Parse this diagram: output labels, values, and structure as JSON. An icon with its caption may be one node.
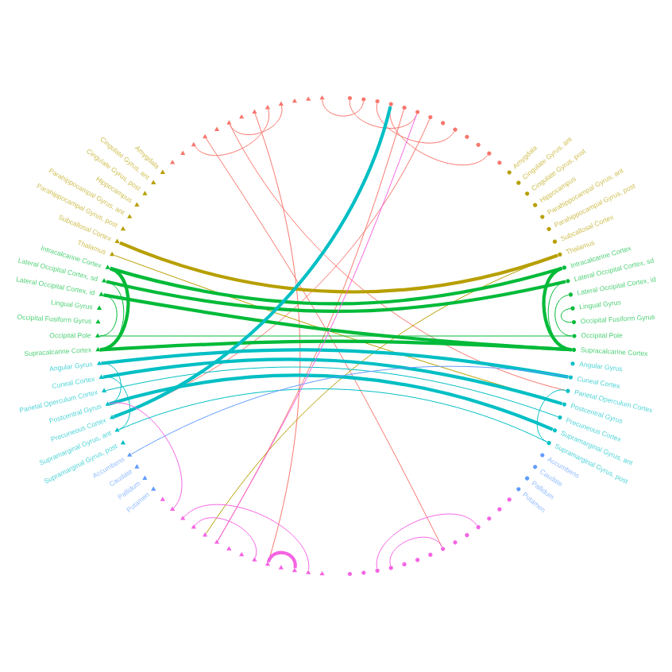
{
  "diagram": {
    "nodes": [
      {
        "text": [],
        "shape": "circle"
      },
      {
        "text": [],
        "shape": "circle"
      },
      {
        "text": [],
        "shape": "circle"
      },
      {
        "text": [],
        "shape": "circle"
      },
      {
        "text": [],
        "shape": "circle"
      },
      {
        "text": [],
        "shape": "circle"
      },
      {
        "text": [],
        "shape": "circle"
      },
      {
        "text": [],
        "shape": "circle"
      },
      {
        "text": [],
        "shape": "circle"
      },
      {
        "text": [],
        "shape": "circle"
      },
      {
        "text": [],
        "shape": "circle"
      },
      {
        "text": [],
        "shape": "circle"
      },
      {
        "text": [],
        "shape": "circle"
      },
      {
        "text": [
          "Amygdala"
        ]
      },
      {
        "text": [
          "Cingulate Gyrus, ant"
        ]
      },
      {
        "text": [
          "Cingulate Gyrus, post"
        ]
      },
      {
        "text": [
          "Hippocampus"
        ]
      },
      {
        "text": [
          "Parahippocampal Gyrus, ant"
        ]
      },
      {
        "text": [
          "Parahippocampal Gyrus, post"
        ]
      },
      {
        "text": [
          "Subcallosal Cortex"
        ]
      },
      {
        "text": [
          "Thalamus"
        ]
      },
      {
        "text": [
          "Intracalcarine Cortex"
        ]
      },
      {
        "text": [
          "Lateral Occipital Cortex, sd"
        ]
      },
      {
        "text": [
          "Lateral Occipital Cortex, id"
        ]
      },
      {
        "text": [
          "Lingual Gyrus"
        ]
      },
      {
        "text": [
          "Occipital Fusiform Gyrus"
        ]
      },
      {
        "text": [
          "Occipital Pole"
        ]
      },
      {
        "text": [
          "Supracalcarine Cortex"
        ]
      },
      {
        "text": [
          "Angular Gyrus"
        ]
      },
      {
        "text": [
          "Cuneal Cortex"
        ]
      },
      {
        "text": [
          "Parietal Operculum Cortex"
        ]
      },
      {
        "text": [
          "Postcentral Gyrus"
        ]
      },
      {
        "text": [
          "Precuneous Cortex"
        ]
      },
      {
        "text": [
          "Supramarginal Gyrus, ant"
        ]
      },
      {
        "text": [
          "Supramarginal Gyrus, post"
        ]
      },
      {
        "text": [
          "Accumbens"
        ]
      },
      {
        "text": [
          "Caudate"
        ]
      },
      {
        "text": [
          "Pallidum"
        ]
      },
      {
        "text": [
          "Putamen"
        ]
      },
      {
        "text": [],
        "shape": "circle"
      },
      {
        "text": [],
        "shape": "circle"
      },
      {
        "text": [],
        "shape": "circle"
      },
      {
        "text": [],
        "shape": "circle"
      },
      {
        "text": [],
        "shape": "circle"
      },
      {
        "text": [],
        "shape": "circle"
      },
      {
        "text": [],
        "shape": "circle"
      },
      {
        "text": [],
        "shape": "circle"
      },
      {
        "text": [],
        "shape": "circle"
      },
      {
        "text": [],
        "shape": "circle"
      },
      {
        "text": [],
        "shape": "circle"
      },
      {
        "text": [],
        "shape": "circle"
      },
      {
        "text": [],
        "shape": "circle"
      },
      {
        "text": [],
        "shape": "circle"
      },
      {
        "text": [],
        "shape": "triangle"
      },
      {
        "text": [],
        "shape": "triangle"
      },
      {
        "text": [],
        "shape": "triangle"
      },
      {
        "text": [],
        "shape": "triangle"
      },
      {
        "text": [],
        "shape": "triangle"
      },
      {
        "text": [],
        "shape": "triangle"
      },
      {
        "text": [],
        "shape": "triangle"
      },
      {
        "text": [],
        "shape": "triangle"
      },
      {
        "text": [],
        "shape": "triangle"
      },
      {
        "text": [],
        "shape": "triangle"
      },
      {
        "text": [],
        "shape": "triangle"
      },
      {
        "text": [],
        "shape": "triangle"
      },
      {
        "text": [],
        "shape": "triangle"
      },
      {
        "text": [
          "Amygdala"
        ]
      },
      {
        "text": [
          "Cingulate Gyrus, ant"
        ]
      },
      {
        "text": [
          "Cingulate Gyrus, post"
        ]
      },
      {
        "text": [
          "Hippocampus"
        ]
      },
      {
        "text": [
          "Parahippocampal Gyrus, ant"
        ]
      },
      {
        "text": [
          "Parahippocampal Gyrus, post"
        ]
      },
      {
        "text": [
          "Subcallosal Cortex"
        ]
      },
      {
        "text": [
          "Thalamus"
        ]
      },
      {
        "text": [
          "Intracalcarine Cortex"
        ]
      },
      {
        "text": [
          "Lateral Occipital Cortex, sd"
        ]
      },
      {
        "text": [
          "Lateral Occipital Cortex, id"
        ]
      },
      {
        "text": [
          "Lingual Gyrus"
        ]
      },
      {
        "text": [
          "Occipital Fusiform Gyrus"
        ]
      },
      {
        "text": [
          "Occipital Pole"
        ]
      },
      {
        "text": [
          "Supracalcarine Cortex"
        ]
      },
      {
        "text": [
          "Angular Gyrus"
        ]
      },
      {
        "text": [
          "Cuneal Cortex"
        ]
      },
      {
        "text": [
          "Parietal Operculum Cortex"
        ]
      },
      {
        "text": [
          "Postcentral Gyrus"
        ]
      },
      {
        "text": [
          "Precuneous Cortex"
        ]
      },
      {
        "text": [
          "Supramarginal Gyrus, ant"
        ]
      },
      {
        "text": [
          "Supramarginal Gyrus, post"
        ]
      },
      {
        "text": [
          "Accumbens"
        ]
      },
      {
        "text": [
          "Caudate"
        ]
      },
      {
        "text": [
          "Pallidum"
        ]
      },
      {
        "text": [
          "Putamen"
        ]
      },
      {
        "text": [],
        "shape": "triangle"
      },
      {
        "text": [],
        "shape": "triangle"
      },
      {
        "text": [],
        "shape": "triangle"
      },
      {
        "text": [],
        "shape": "triangle"
      },
      {
        "text": [],
        "shape": "triangle"
      },
      {
        "text": [],
        "shape": "triangle"
      },
      {
        "text": [],
        "shape": "triangle"
      },
      {
        "text": [],
        "shape": "triangle"
      },
      {
        "text": [],
        "shape": "triangle"
      },
      {
        "text": [],
        "shape": "triangle"
      },
      {
        "text": [],
        "shape": "triangle"
      },
      {
        "text": [],
        "shape": "triangle"
      },
      {
        "text": [],
        "shape": "triangle"
      },
      {
        "text": [],
        "shape": "triangle"
      }
    ],
    "edges": [
      {
        "from": 0,
        "to": 5,
        "arrow": "none",
        "color": "#f8766d"
      },
      {
        "from": 2,
        "to": 8,
        "arrow": "none",
        "color": "#f8766d"
      },
      {
        "from": 3,
        "to": 11,
        "arrow": "none",
        "color": "#f8766d"
      },
      {
        "from": 56,
        "to": 60,
        "arrow": "none",
        "color": "#f8766d"
      },
      {
        "from": 57,
        "to": 63,
        "arrow": "none",
        "color": "#f8766d"
      },
      {
        "from": 53,
        "to": 1,
        "arrow": "none",
        "color": "#f8766d"
      },
      {
        "from": 58,
        "to": 101,
        "arrow": "none",
        "color": "#f8766d"
      },
      {
        "from": 62,
        "to": 45,
        "arrow": "none",
        "color": "#f8766d"
      },
      {
        "from": 4,
        "to": 97,
        "arrow": "none",
        "color": "#f8766d"
      },
      {
        "from": 60,
        "to": 30,
        "arrow": "none",
        "color": "#f8766d"
      },
      {
        "from": 6,
        "to": 85,
        "arrow": "none",
        "color": "#f8766d"
      },
      {
        "from": 72,
        "to": 20,
        "arrow": "none",
        "color": "#b79f00",
        "style": "thick"
      },
      {
        "from": 20,
        "to": 96,
        "arrow": "none",
        "color": "#b79f00"
      },
      {
        "from": 73,
        "to": 31,
        "arrow": "none",
        "color": "#b79f00"
      },
      {
        "from": 21,
        "to": 27,
        "arrow": "none",
        "color": "#00ba38",
        "style": "thick"
      },
      {
        "from": 22,
        "to": 27,
        "arrow": "none",
        "color": "#00ba38"
      },
      {
        "from": 23,
        "to": 26,
        "arrow": "none",
        "color": "#00ba38"
      },
      {
        "from": 24,
        "to": 25,
        "arrow": "none",
        "color": "#00ba38"
      },
      {
        "from": 74,
        "to": 80,
        "arrow": "none",
        "color": "#00ba38",
        "style": "thick"
      },
      {
        "from": 75,
        "to": 80,
        "arrow": "none",
        "color": "#00ba38"
      },
      {
        "from": 76,
        "to": 79,
        "arrow": "none",
        "color": "#00ba38"
      },
      {
        "from": 80,
        "to": 27,
        "arrow": "none",
        "color": "#00ba38",
        "style": "thick"
      },
      {
        "from": 76,
        "to": 27,
        "arrow": "none",
        "color": "#00ba38",
        "style": "thick"
      },
      {
        "from": 75,
        "to": 22,
        "arrow": "none",
        "color": "#00ba38",
        "style": "thick"
      },
      {
        "from": 79,
        "to": 26,
        "arrow": "none",
        "color": "#00ba38"
      },
      {
        "from": 74,
        "to": 21,
        "arrow": "none",
        "color": "#00ba38",
        "style": "thick"
      },
      {
        "from": 81,
        "to": 29,
        "arrow": "none",
        "color": "#00bfc4",
        "style": "thick"
      },
      {
        "from": 82,
        "to": 31,
        "arrow": "none",
        "color": "#00bfc4",
        "style": "thick"
      },
      {
        "from": 83,
        "to": 32,
        "arrow": "none",
        "color": "#00bfc4"
      },
      {
        "from": 84,
        "to": 33,
        "arrow": "none",
        "color": "#00bfc4",
        "style": "thick"
      },
      {
        "from": 86,
        "to": 34,
        "arrow": "none",
        "color": "#00bfc4"
      },
      {
        "from": 81,
        "to": 84,
        "arrow": "none",
        "color": "#00bfc4"
      },
      {
        "from": 82,
        "to": 86,
        "arrow": "none",
        "color": "#00bfc4"
      },
      {
        "from": 30,
        "to": 34,
        "arrow": "none",
        "color": "#00bfc4"
      },
      {
        "from": 85,
        "to": 3,
        "arrow": "none",
        "color": "#00bfc4",
        "style": "thick"
      },
      {
        "from": 88,
        "to": 29,
        "arrow": "none",
        "color": "#619cff"
      },
      {
        "from": 95,
        "to": 100,
        "arrow": "none",
        "color": "#f564e3"
      },
      {
        "from": 94,
        "to": 104,
        "arrow": "none",
        "color": "#f564e3"
      },
      {
        "from": 101,
        "to": 103,
        "arrow": "none",
        "color": "#f564e3",
        "style": "thick"
      },
      {
        "from": 45,
        "to": 49,
        "arrow": "none",
        "color": "#f564e3"
      },
      {
        "from": 42,
        "to": 50,
        "arrow": "none",
        "color": "#f564e3"
      },
      {
        "from": 97,
        "to": 5,
        "arrow": "none",
        "color": "#f564e3"
      },
      {
        "from": 93,
        "to": 84,
        "arrow": "none",
        "color": "#f564e3"
      }
    ]
  }
}
